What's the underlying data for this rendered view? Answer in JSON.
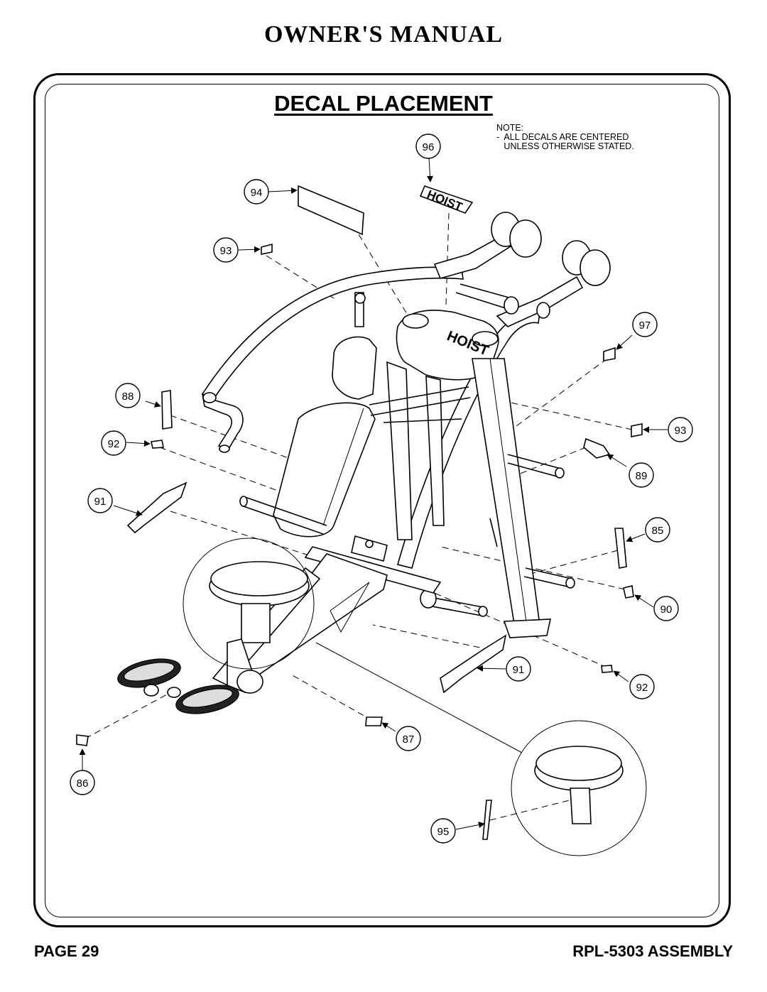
{
  "header": {
    "title": "OWNER'S MANUAL"
  },
  "section": {
    "title": "DECAL PLACEMENT"
  },
  "note": {
    "line1": "NOTE:",
    "line2": "-  ALL DECALS ARE CENTERED",
    "line3": "   UNLESS OTHERWISE STATED."
  },
  "logo_text": "HOIST",
  "callouts": [
    "96",
    "94",
    "93",
    "97",
    "88",
    "92",
    "93",
    "89",
    "91",
    "85",
    "90",
    "91",
    "92",
    "87",
    "86",
    "95"
  ],
  "footer": {
    "page": "PAGE 29",
    "doc": "RPL-5303 ASSEMBLY"
  }
}
